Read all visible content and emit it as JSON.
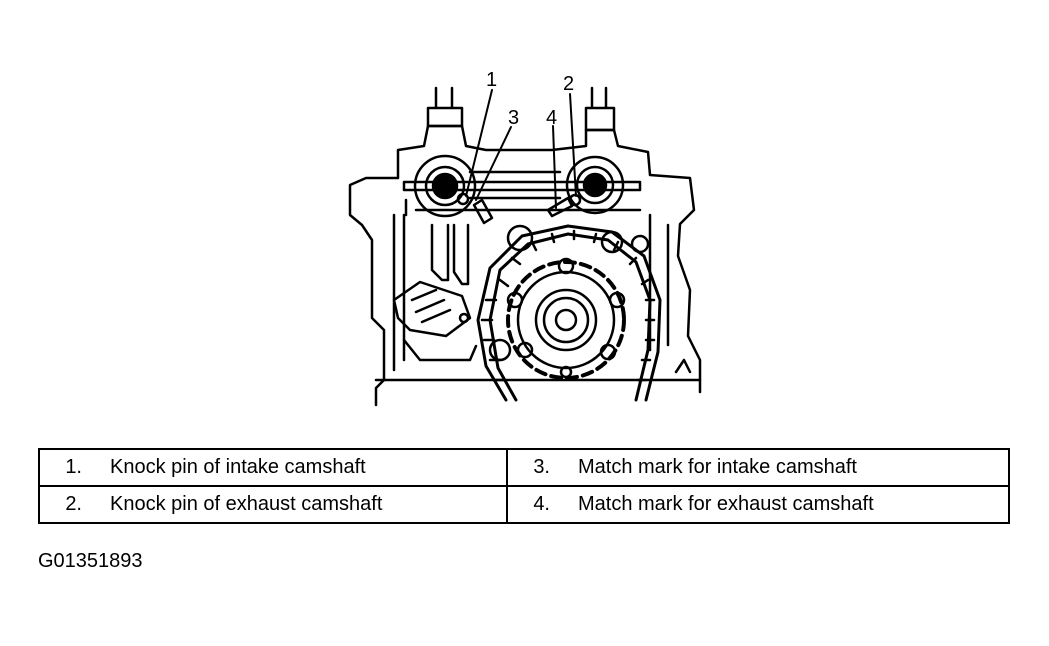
{
  "callouts": {
    "c1": "1",
    "c2": "2",
    "c3": "3",
    "c4": "4"
  },
  "legend": [
    {
      "num": "1.",
      "text": "Knock pin of intake camshaft"
    },
    {
      "num": "3.",
      "text": "Match mark for intake camshaft"
    },
    {
      "num": "2.",
      "text": "Knock pin of exhaust camshaft"
    },
    {
      "num": "4.",
      "text": "Match mark for exhaust camshaft"
    }
  ],
  "figure_id": "G01351893",
  "colors": {
    "ink": "#000000",
    "paper": "#ffffff"
  }
}
